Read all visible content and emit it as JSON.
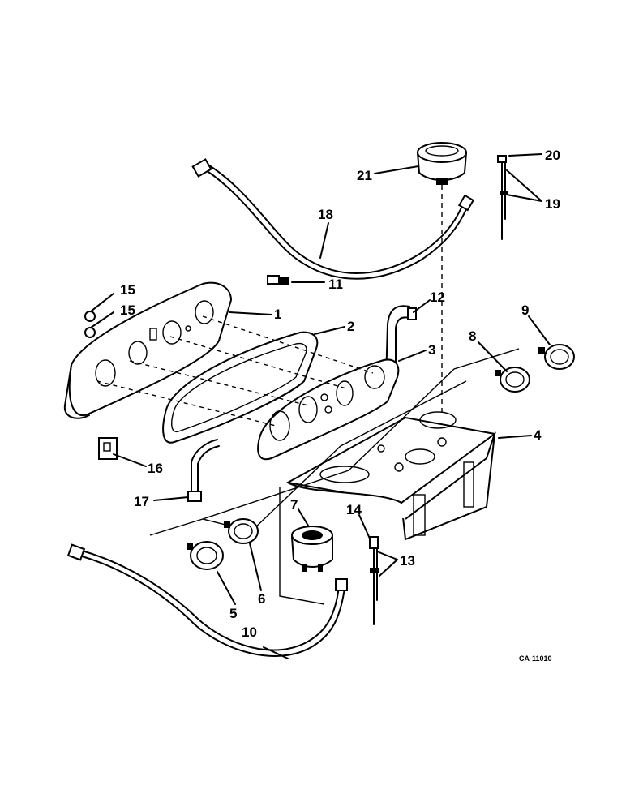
{
  "diagram": {
    "callouts": {
      "c1": "1",
      "c2": "2",
      "c3": "3",
      "c4": "4",
      "c5": "5",
      "c6": "6",
      "c7": "7",
      "c8": "8",
      "c9": "9",
      "c10": "10",
      "c11": "11",
      "c12": "12",
      "c13": "13",
      "c14": "14",
      "c15a": "15",
      "c15b": "15",
      "c16": "16",
      "c17": "17",
      "c18": "18",
      "c19": "19",
      "c20": "20",
      "c21": "21"
    },
    "reference_code": "CA-11010"
  }
}
